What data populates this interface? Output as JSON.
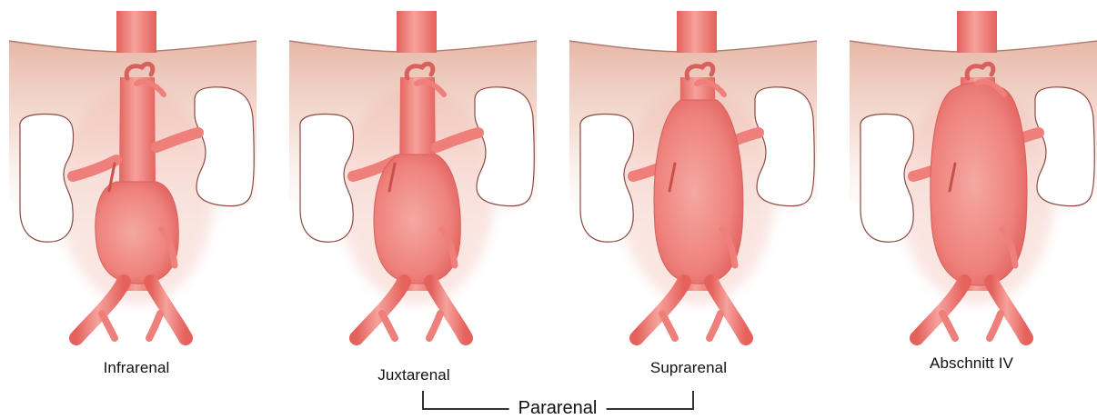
{
  "panels": [
    {
      "id": "infrarenal",
      "label": "Infrarenal",
      "aneurysm_extent": "infrarenal"
    },
    {
      "id": "juxtarenal",
      "label": "Juxtarenal",
      "aneurysm_extent": "juxtarenal"
    },
    {
      "id": "suprarenal",
      "label": "Suprarenal",
      "aneurysm_extent": "suprarenal"
    },
    {
      "id": "abschnitt-iv",
      "label": "Abschnitt IV",
      "aneurysm_extent": "thoracoabdominal"
    }
  ],
  "group": {
    "label": "Pararenal",
    "spans": [
      "juxtarenal",
      "suprarenal"
    ]
  },
  "colors": {
    "vessel_fill": "#ef7f7b",
    "vessel_stroke": "#d9605c",
    "vessel_highlight": "#f7b3ae",
    "tissue_shade": "#e8b7a6",
    "diaphragm_line": "#b07a6e",
    "kidney_stroke": "#8a4a42",
    "bracket": "#333333",
    "text": "#111111"
  }
}
